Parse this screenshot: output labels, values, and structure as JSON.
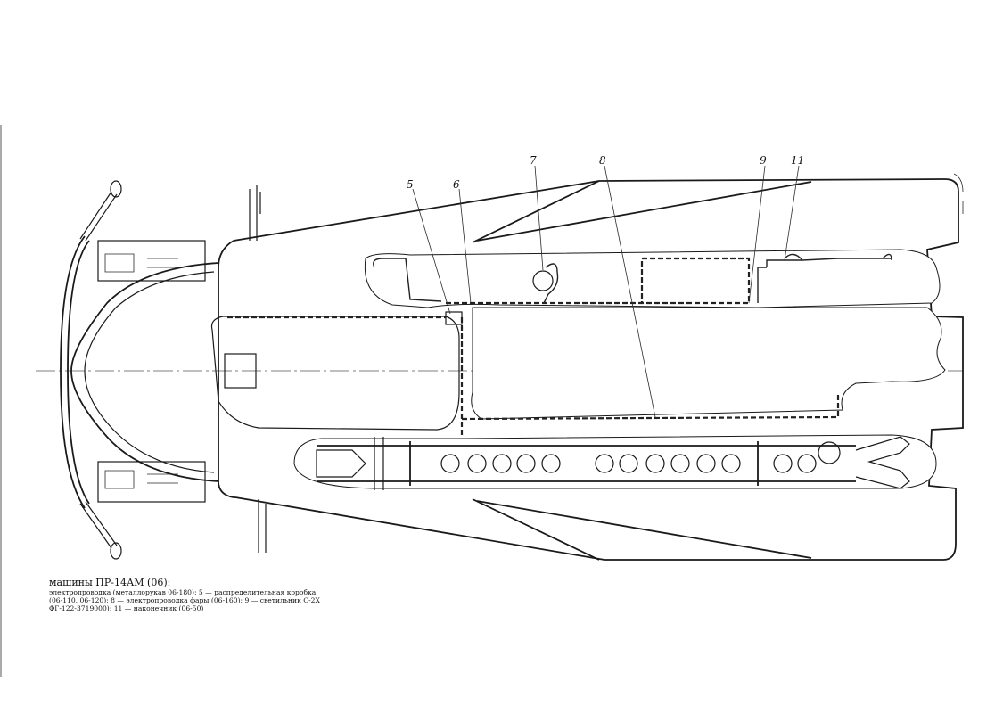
{
  "callouts": [
    {
      "id": "5",
      "label": "5"
    },
    {
      "id": "6",
      "label": "6"
    },
    {
      "id": "7",
      "label": "7"
    },
    {
      "id": "8",
      "label": "8"
    },
    {
      "id": "9",
      "label": "9"
    },
    {
      "id": "11",
      "label": "11"
    }
  ],
  "caption": {
    "title": "машины ПР-14АМ (06):",
    "lines": [
      "электропроводка (металлорукав 06-180); 5 — распределительная коробка",
      "(06-110, 06-120); 8 — электропроводка фары (06-160); 9 — светильник С-2Х",
      "ФГ-122-3719000); 11 — наконечник (06-50)"
    ]
  }
}
